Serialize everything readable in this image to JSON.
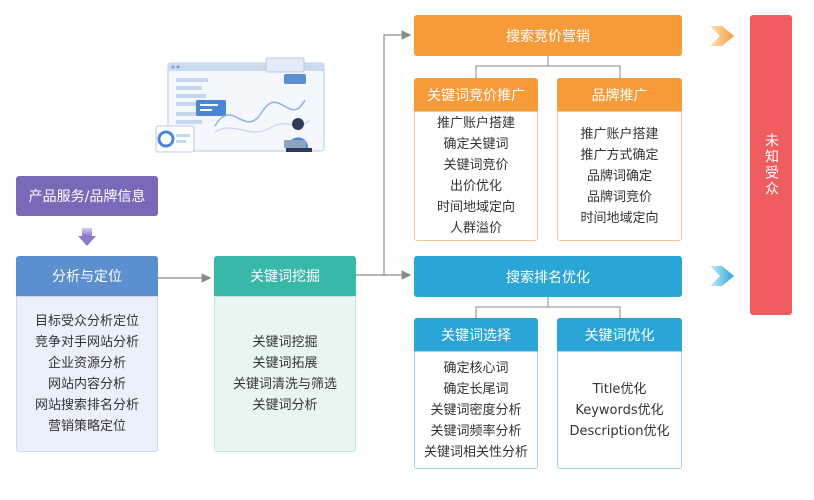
{
  "product_info": "产品服务/品牌信息",
  "analysis": {
    "title": "分析与定位",
    "items": [
      "目标受众分析定位",
      "竞争对手网站分析",
      "企业资源分析",
      "网站内容分析",
      "网站搜索排名分析",
      "营销策略定位"
    ]
  },
  "keyword_mining": {
    "title": "关键词挖掘",
    "items": [
      "关键词挖掘",
      "关键词拓展",
      "关键词清洗与筛选",
      "关键词分析"
    ]
  },
  "sem": {
    "title": "搜索竞价营销",
    "keyword_promo": {
      "title": "关键词竞价推广",
      "items": [
        "推广账户搭建",
        "确定关键词",
        "关键词竞价",
        "出价优化",
        "时间地域定向",
        "人群溢价"
      ]
    },
    "brand_promo": {
      "title": "品牌推广",
      "items": [
        "推广账户搭建",
        "推广方式确定",
        "品牌词确定",
        "品牌词竞价",
        "时间地域定向"
      ]
    }
  },
  "seo": {
    "title": "搜索排名优化",
    "keyword_select": {
      "title": "关键词选择",
      "items": [
        "确定核心词",
        "确定长尾词",
        "关键词密度分析",
        "关键词频率分析",
        "关键词相关性分析"
      ]
    },
    "keyword_optimize": {
      "title": "关键词优化",
      "items": [
        "Title优化",
        "Keywords优化",
        "Description优化"
      ]
    }
  },
  "target_audience": "未知受众",
  "colors": {
    "purple": "#7b68b8",
    "blue": "#5b8fce",
    "teal": "#38b9a8",
    "orange": "#f59b3a",
    "cyan": "#2aa6d6",
    "red": "#ef5c5f"
  }
}
